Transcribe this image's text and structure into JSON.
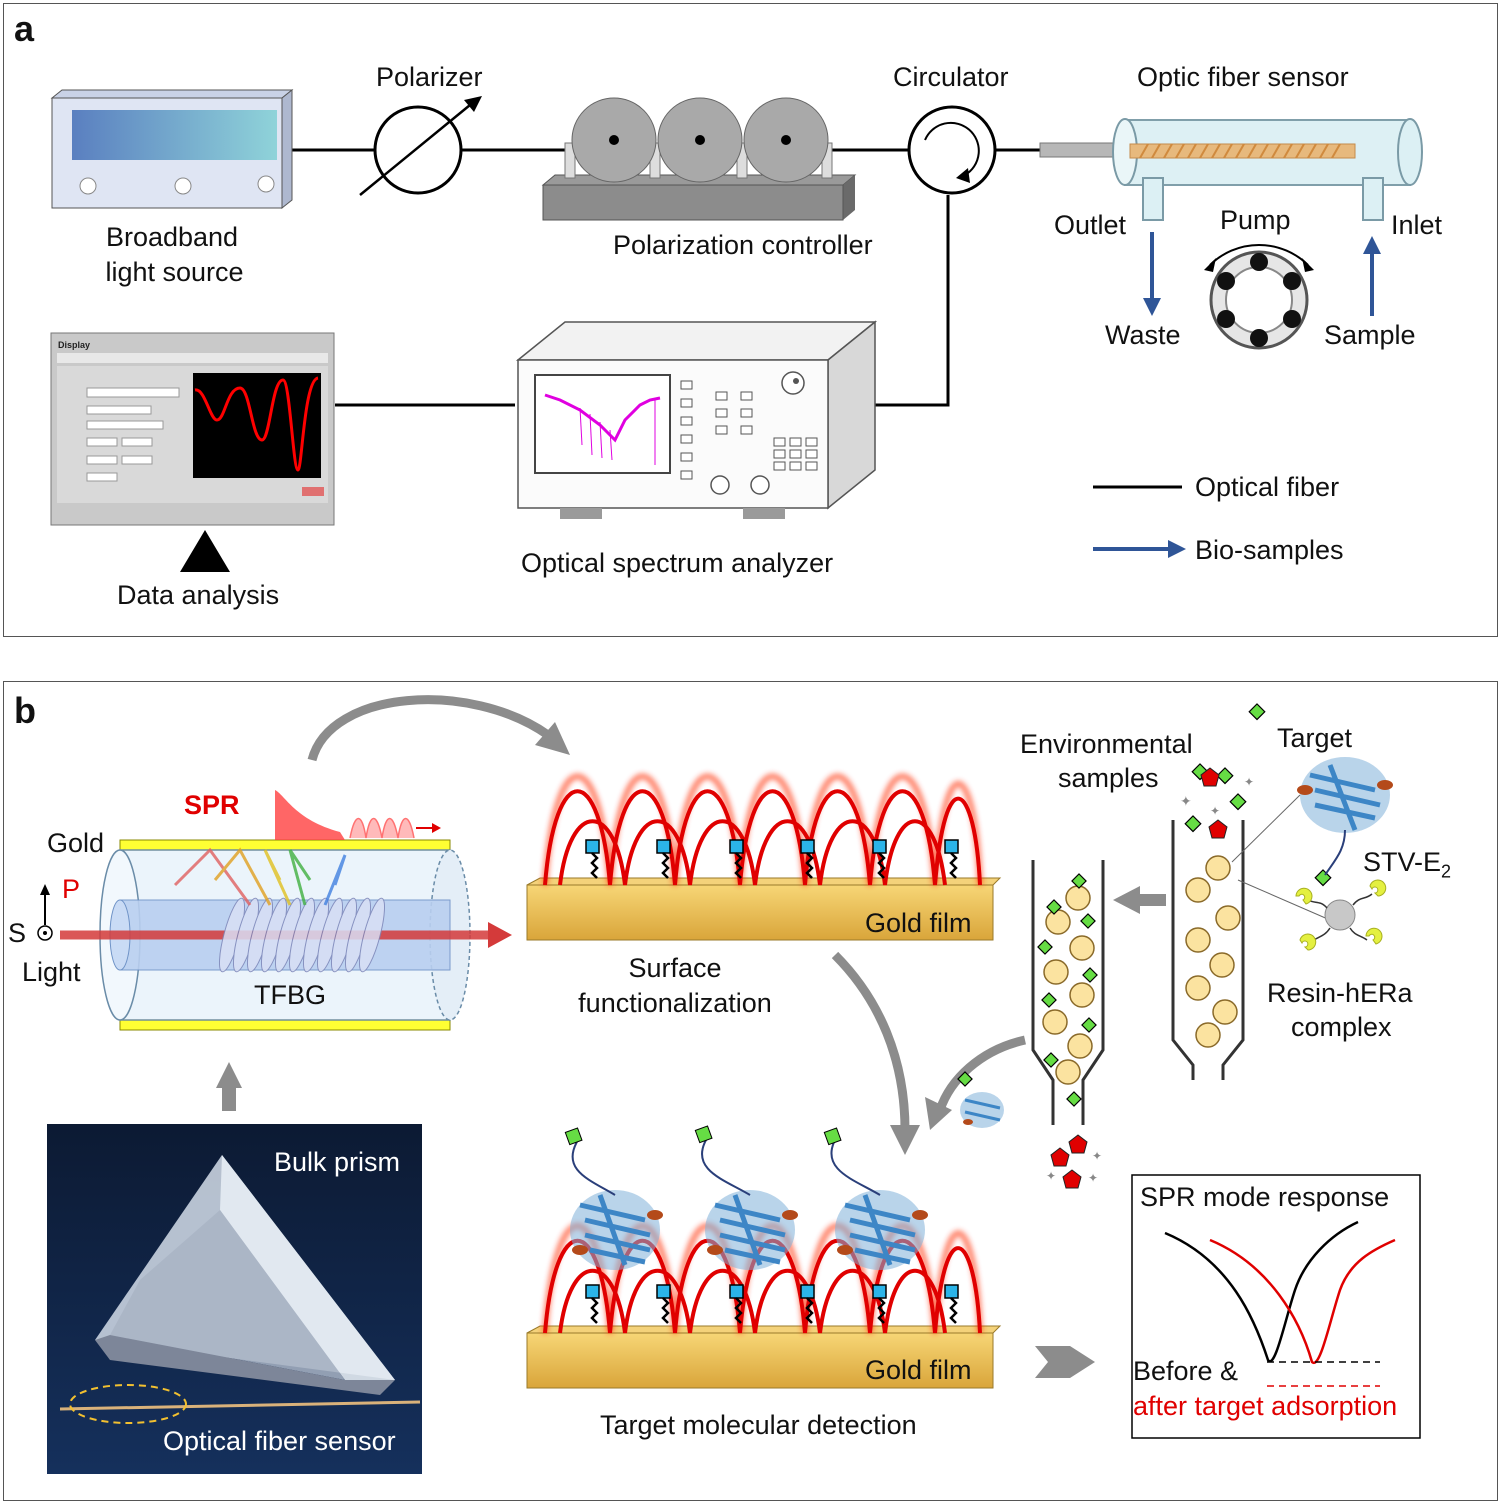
{
  "panel_a": {
    "label": "a",
    "broadband_line1": "Broadband",
    "broadband_line2": "light source",
    "polarizer": "Polarizer",
    "polarization_controller": "Polarization controller",
    "circulator": "Circulator",
    "optic_fiber_sensor": "Optic fiber sensor",
    "outlet": "Outlet",
    "inlet": "Inlet",
    "pump": "Pump",
    "waste": "Waste",
    "sample": "Sample",
    "osa": "Optical spectrum analyzer",
    "data_analysis": "Data analysis",
    "display_title": "Display",
    "legend_optical_fiber": "Optical fiber",
    "legend_bio_samples": "Bio-samples",
    "fiber_color": "#000000",
    "bio_color": "#2f5597"
  },
  "panel_b": {
    "label": "b",
    "spr": "SPR",
    "gold": "Gold",
    "p": "P",
    "s": "S",
    "light": "Light",
    "tfbg": "TFBG",
    "gold_film_1": "Gold film",
    "gold_film_2": "Gold film",
    "surface_line1": "Surface",
    "surface_line2": "functionalization",
    "env_line1": "Environmental",
    "env_line2": "samples",
    "target": "Target",
    "stv": "STV-E",
    "stv_sub": "2",
    "resin_line1": "Resin-hERa",
    "resin_line2": "complex",
    "bulk_prism": "Bulk prism",
    "optical_fiber_sensor": "Optical fiber sensor",
    "target_detection": "Target molecular detection",
    "spr_response": "SPR mode response",
    "before": "Before &",
    "after": "after target adsorption",
    "spr_color": "#e00000",
    "gold_color": "#f2c34c"
  }
}
